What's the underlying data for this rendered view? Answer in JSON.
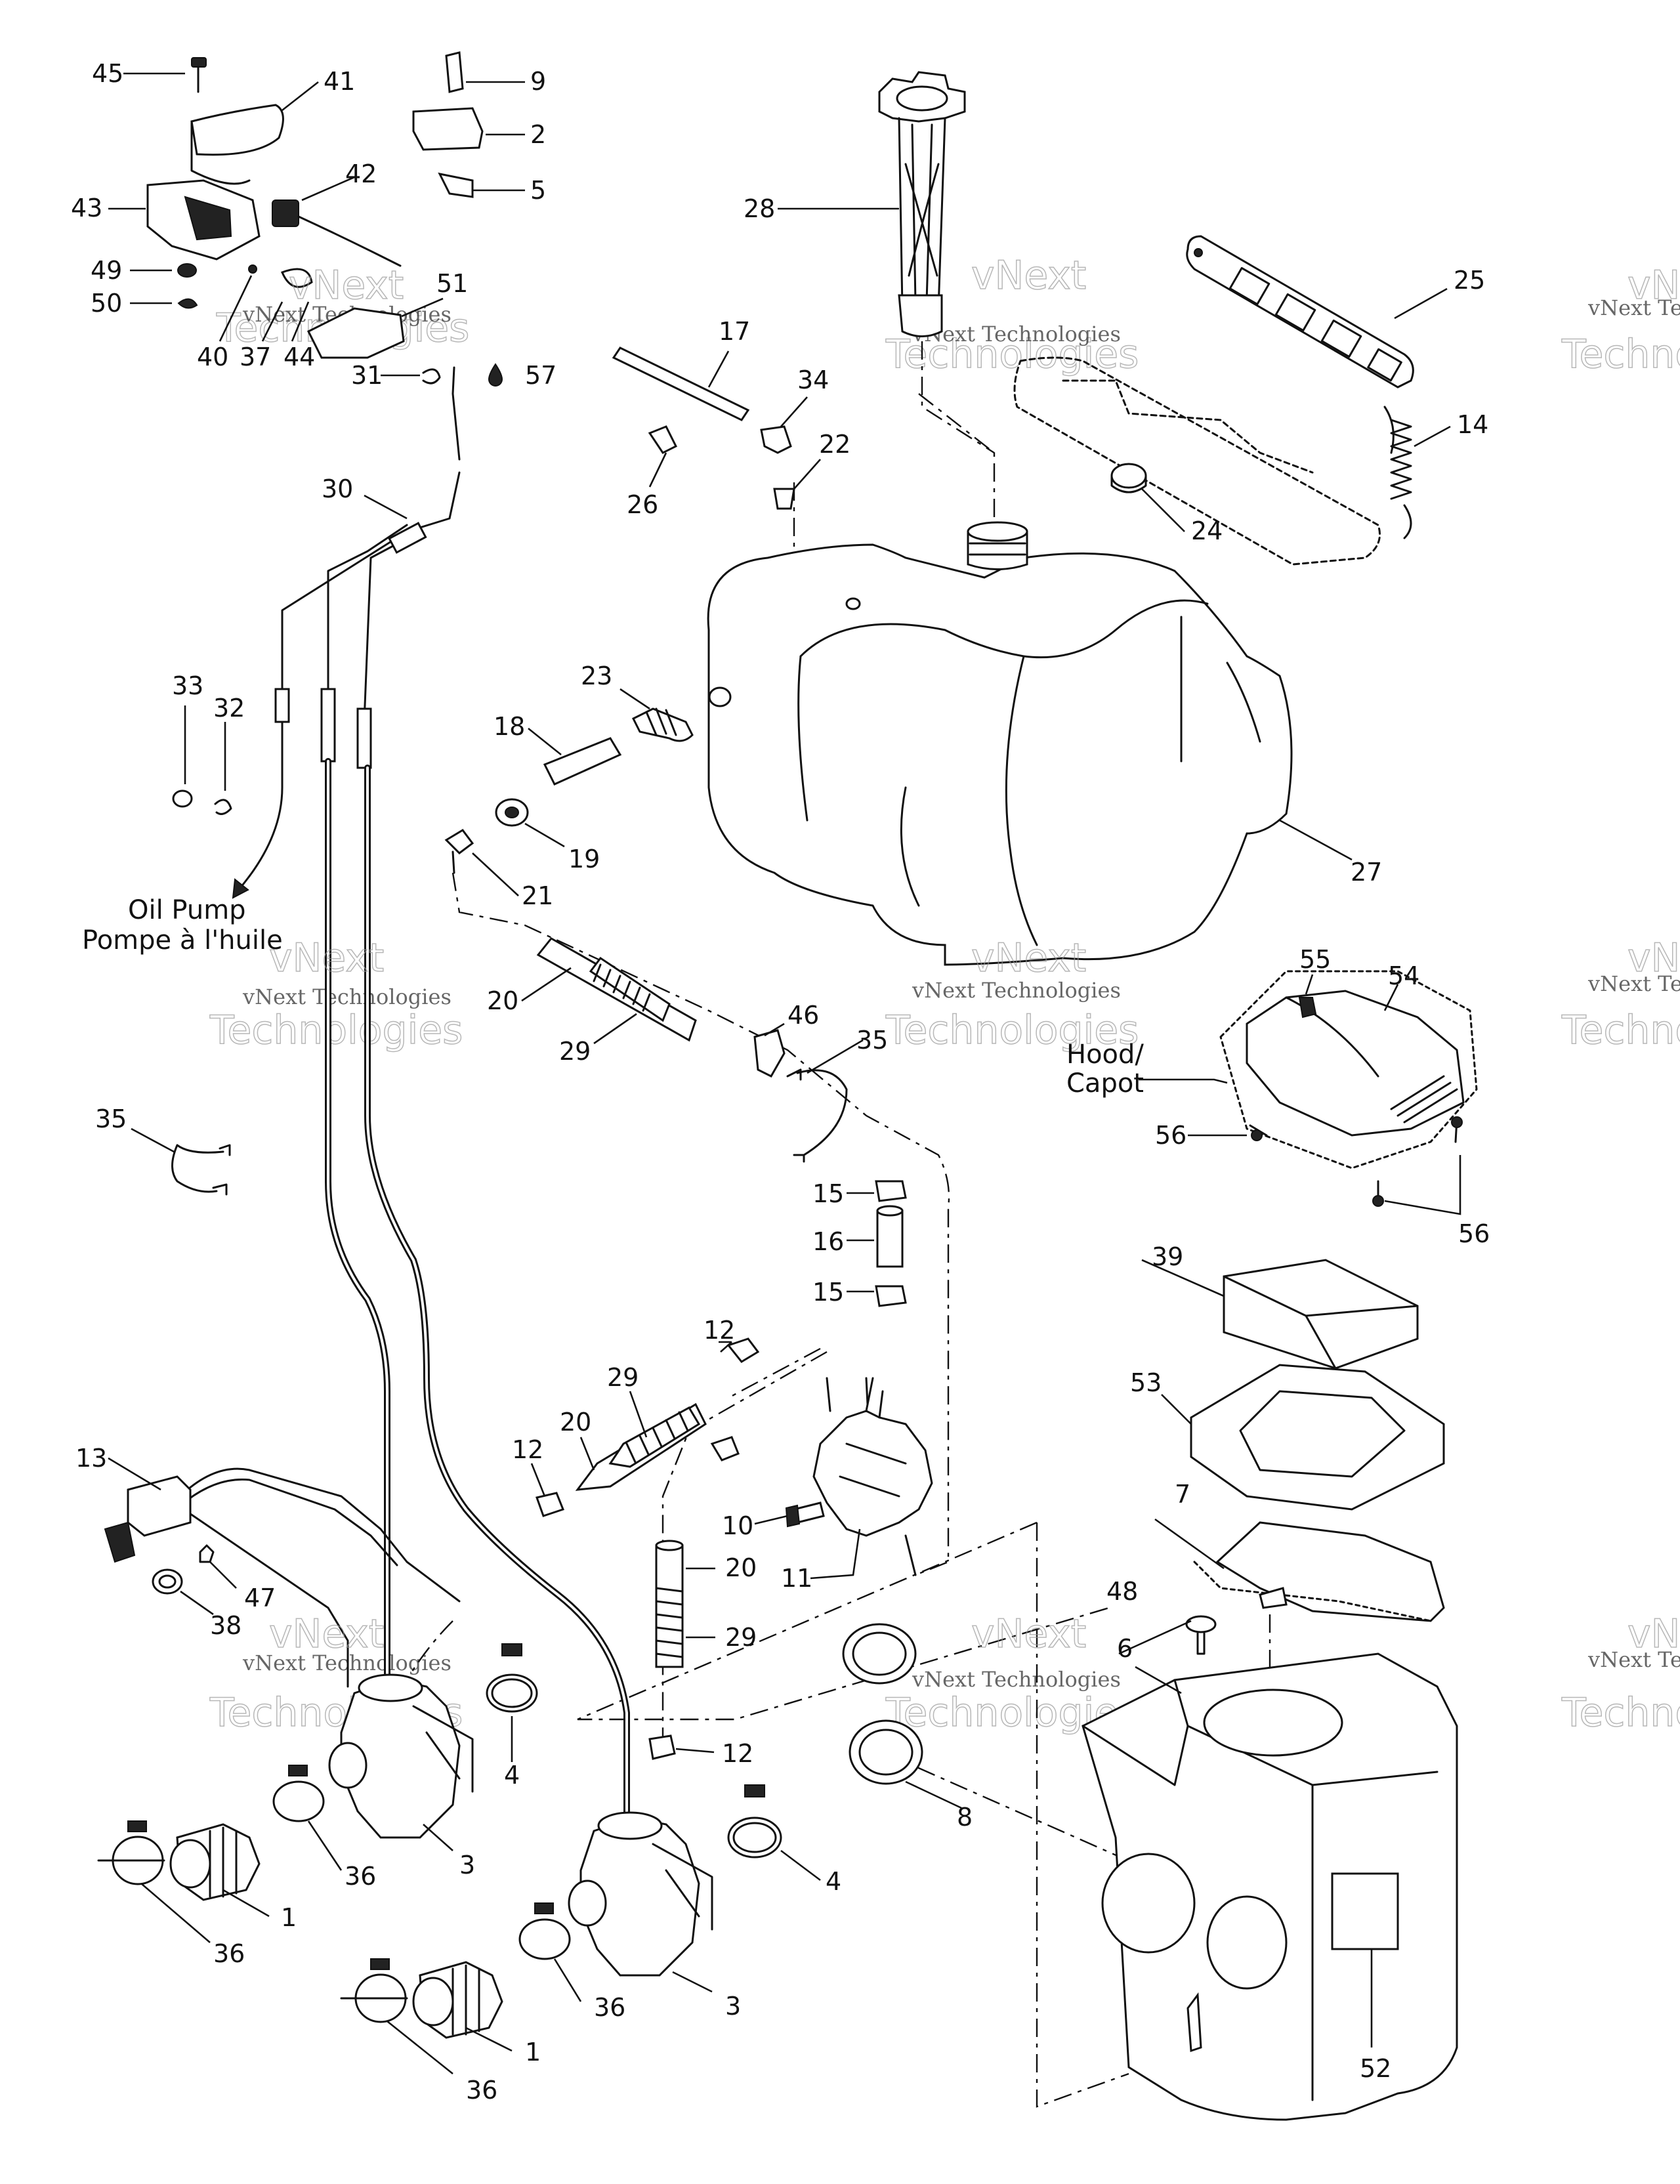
{
  "diagram": {
    "callouts": [
      "45",
      "41",
      "9",
      "2",
      "5",
      "42",
      "43",
      "49",
      "50",
      "40",
      "37",
      "44",
      "51",
      "31",
      "57",
      "28",
      "25",
      "14",
      "24",
      "17",
      "34",
      "22",
      "26",
      "30",
      "23",
      "18",
      "19",
      "21",
      "27",
      "33",
      "32",
      "20",
      "29",
      "46",
      "35",
      "55",
      "54",
      "56",
      "15",
      "16",
      "12",
      "10",
      "11",
      "13",
      "47",
      "38",
      "4",
      "8",
      "7",
      "48",
      "6",
      "3",
      "36",
      "1",
      "52",
      "39",
      "53"
    ],
    "notes": {
      "oil_pump_line1": "Oil Pump",
      "oil_pump_line2": "Pompe à l'huile",
      "hood_line1": "Hood/",
      "hood_line2": "Capot"
    },
    "watermark": {
      "line1": "vNext Technologies",
      "line2": "Technologies",
      "overlay": "vNext"
    }
  }
}
